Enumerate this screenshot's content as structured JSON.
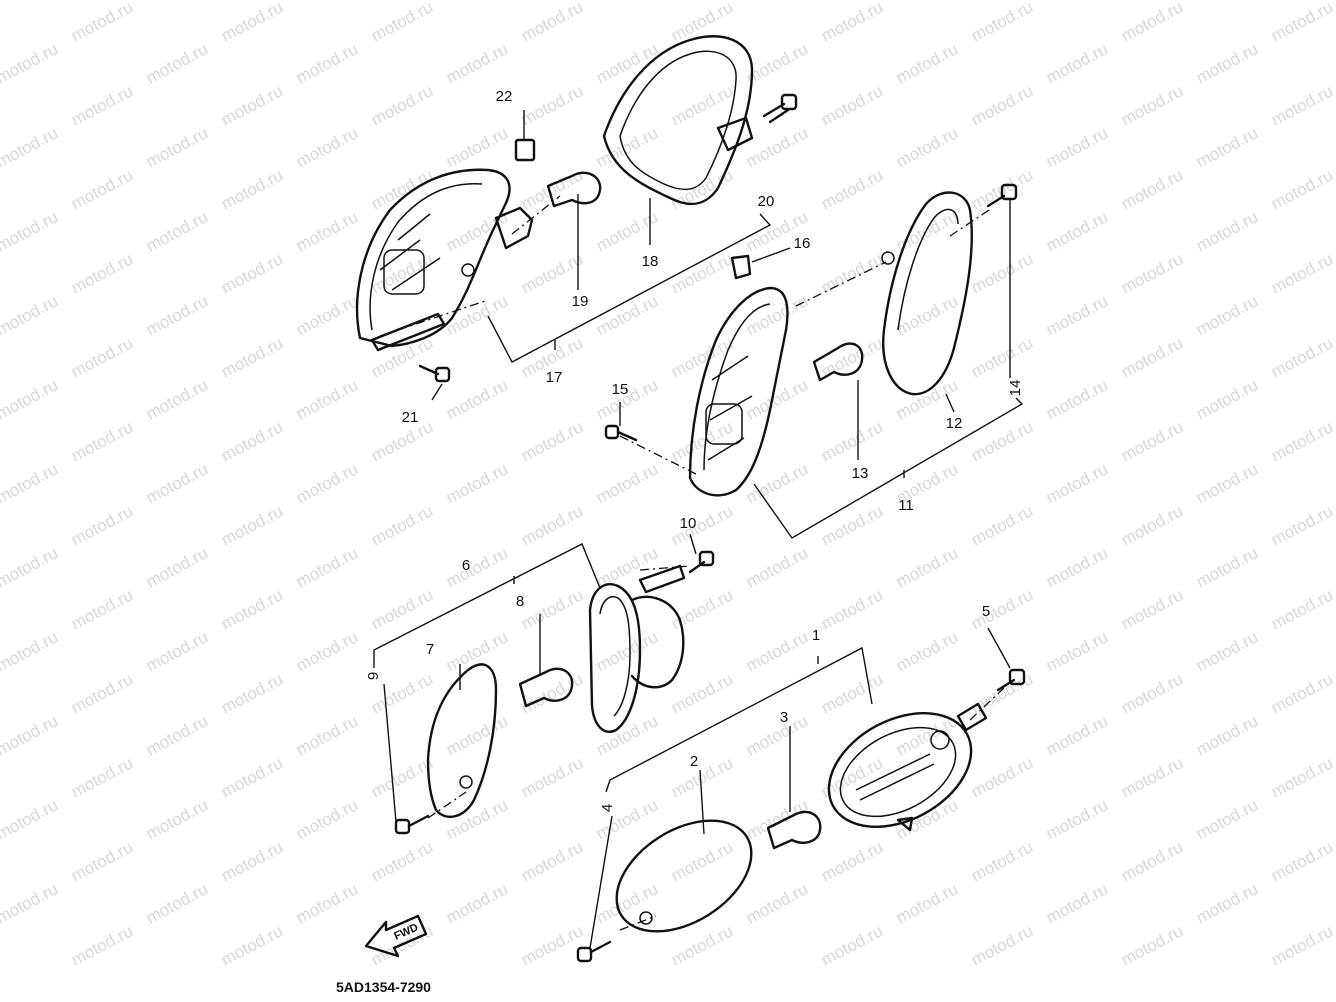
{
  "watermark": "motod.ru",
  "drawing_code": "5AD1354-7290",
  "direction_label": "FWD",
  "callouts": [
    "1",
    "2",
    "3",
    "4",
    "5",
    "6",
    "7",
    "8",
    "9",
    "10",
    "11",
    "12",
    "13",
    "14",
    "15",
    "16",
    "17",
    "18",
    "19",
    "20",
    "21",
    "22"
  ],
  "colors": {
    "ink": "#111111",
    "watermark": "#b9b9b9",
    "background": "#ffffff"
  }
}
